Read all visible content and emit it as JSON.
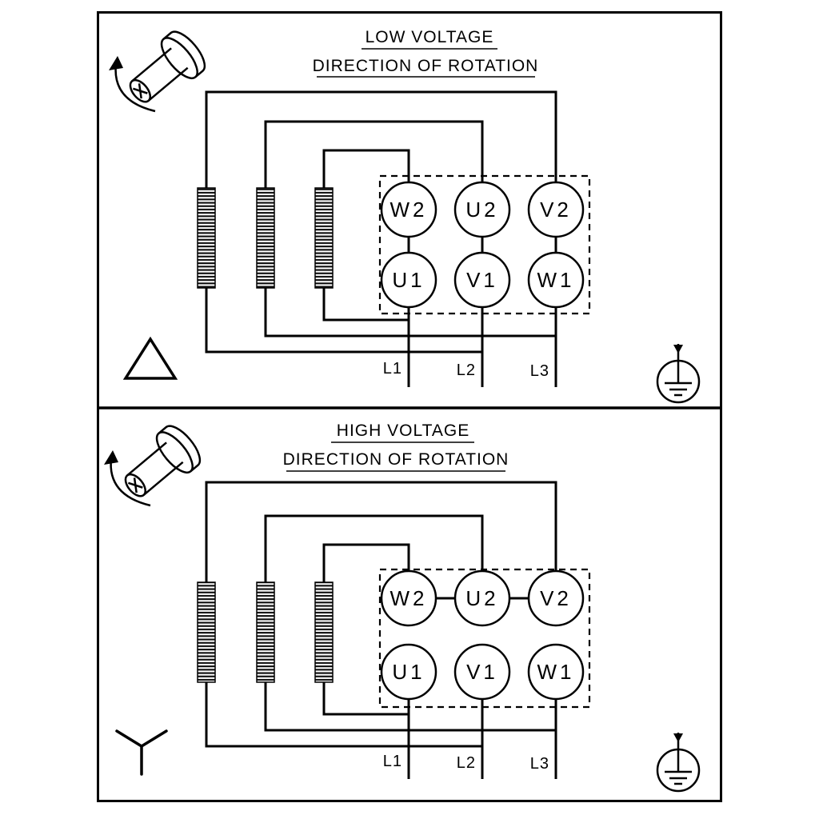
{
  "colors": {
    "ink": "#000000",
    "background": "#ffffff"
  },
  "icons": {
    "low_voltage": [
      "shaft-rotation-icon",
      "delta-symbol-icon",
      "earth-ground-icon"
    ],
    "high_voltage": [
      "shaft-rotation-icon",
      "star-symbol-icon",
      "earth-ground-icon"
    ]
  },
  "low_voltage": {
    "title": "LOW VOLTAGE",
    "subtitle": "DIRECTION OF ROTATION",
    "terminals_top": [
      "W2",
      "U2",
      "V2"
    ],
    "terminals_bottom": [
      "U1",
      "V1",
      "W1"
    ],
    "supply_lines": [
      "L1",
      "L2",
      "L3"
    ]
  },
  "high_voltage": {
    "title": "HIGH VOLTAGE",
    "subtitle": "DIRECTION OF ROTATION",
    "terminals_top": [
      "W2",
      "U2",
      "V2"
    ],
    "terminals_bottom": [
      "U1",
      "V1",
      "W1"
    ],
    "supply_lines": [
      "L1",
      "L2",
      "L3"
    ]
  }
}
